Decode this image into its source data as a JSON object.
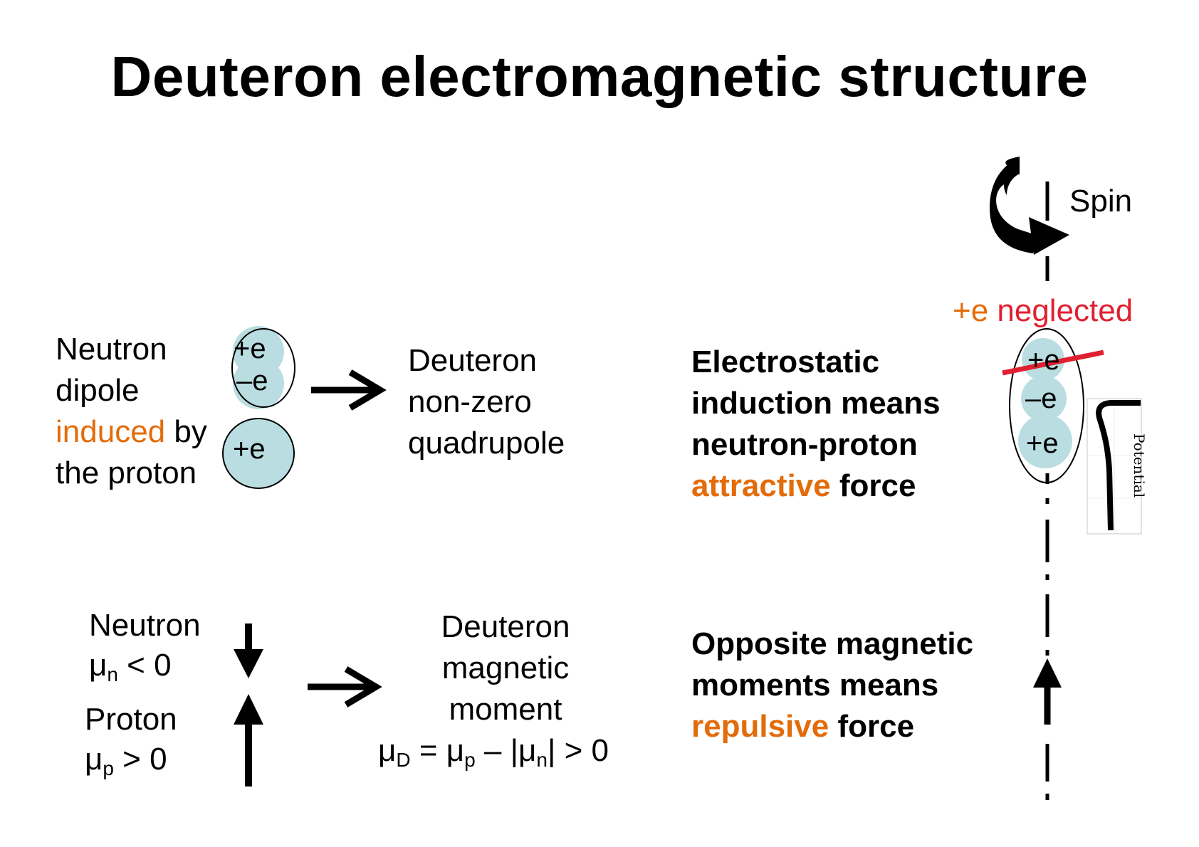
{
  "title": "Deuteron electromagnetic structure",
  "colors": {
    "accent": "#e36c0a",
    "strike": "#e02030",
    "nucleon_fill": "#b9dde1"
  },
  "induction": {
    "left_lines": [
      "Neutron",
      "dipole",
      "induced",
      " by",
      "the proton"
    ],
    "neutron_charges": [
      "+e",
      "–e"
    ],
    "proton_charge": "+e",
    "result_lines": [
      "Deuteron",
      "non-zero",
      "quadrupole"
    ],
    "explanation_lines": [
      "Electrostatic",
      "induction means",
      "neutron-proton",
      "attractive",
      " force"
    ]
  },
  "magnetic": {
    "neutron_label": "Neutron",
    "neutron_mu_symbol": "μ",
    "neutron_mu_sub": "n",
    "neutron_mu_rel": " < 0",
    "proton_label": "Proton",
    "proton_mu_symbol": "μ",
    "proton_mu_sub": "p",
    "proton_mu_rel": " > 0",
    "result_lines": [
      "Deuteron",
      "magnetic",
      "moment"
    ],
    "formula": {
      "mu": "μ",
      "sub_d": "D",
      "eq": " = ",
      "sub_p": "p",
      "minus": " – |",
      "sub_n": "n",
      "tail": "| > 0"
    },
    "explanation_lines": [
      "Opposite magnetic",
      "moments means",
      "repulsive",
      " force"
    ]
  },
  "right_panel": {
    "spin_label": "Spin",
    "neglected_prefix": "+e",
    "neglected_word": " neglected",
    "charges": [
      "+e",
      "–e",
      "+e"
    ],
    "potential_label": "Potential"
  }
}
